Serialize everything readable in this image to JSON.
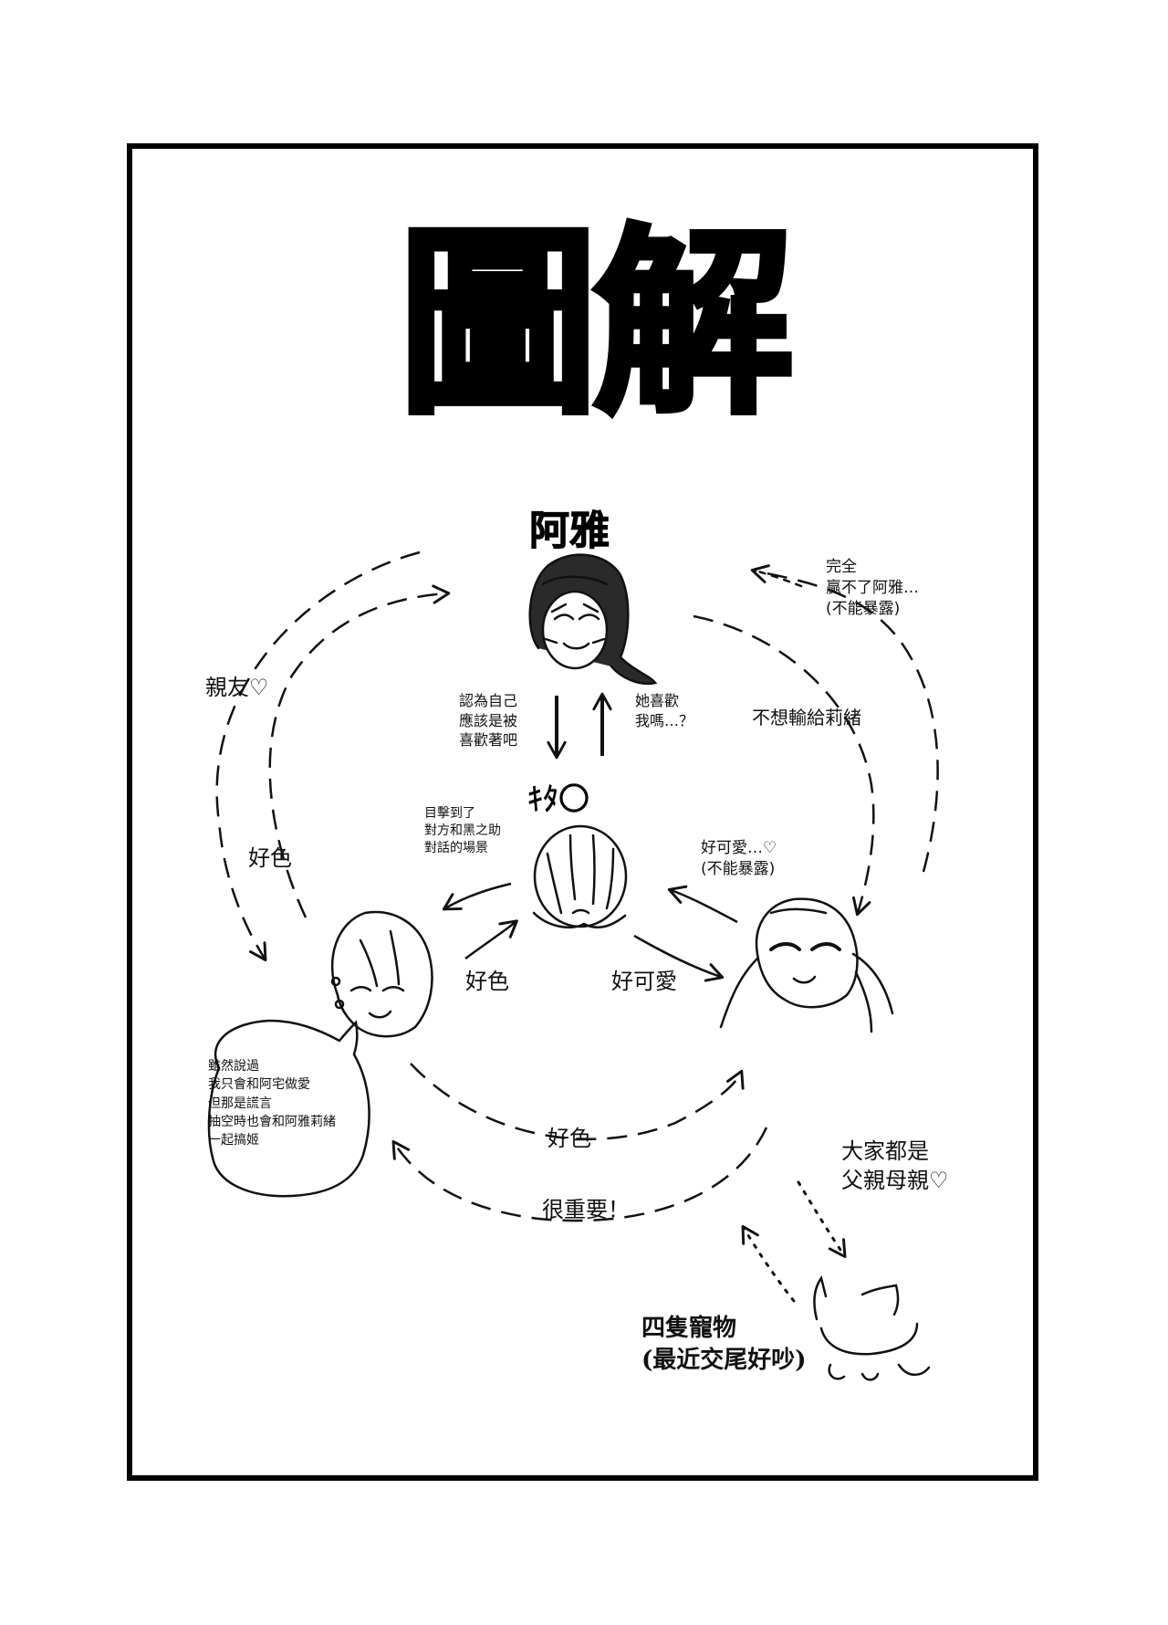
{
  "title": "圖解",
  "characters": {
    "top_name": "阿雅",
    "center_name": "ｷﾀ〇"
  },
  "labels": {
    "best_friend": "親友♡",
    "left_lecherous": "好色",
    "thinks_liked": "認為自己\n應該是被\n喜歡著吧",
    "does_she_like": "她喜歡\n我嗎…？",
    "cant_beat": "完全\n贏不了阿雅…\n(不能暴露)",
    "dont_lose": "不想輸給莉緒",
    "witnessed": "目擊到了\n對方和黑之助\n對話的場景",
    "so_cute_secret": "好可愛…♡\n(不能暴露)",
    "center_lecherous": "好色",
    "so_cute": "好可愛",
    "bottom_lecherous": "好色",
    "very_important": "很重要！",
    "speech_bubble": "雖然說過\n我只會和阿宅做愛\n但那是謊言\n抽空時也會和阿雅莉緒\n一起搞姬",
    "parents": "大家都是\n父親母親♡",
    "pets": "四隻寵物\n(最近交尾好吵)"
  },
  "colors": {
    "ink": "#111111",
    "paper": "#ffffff"
  }
}
